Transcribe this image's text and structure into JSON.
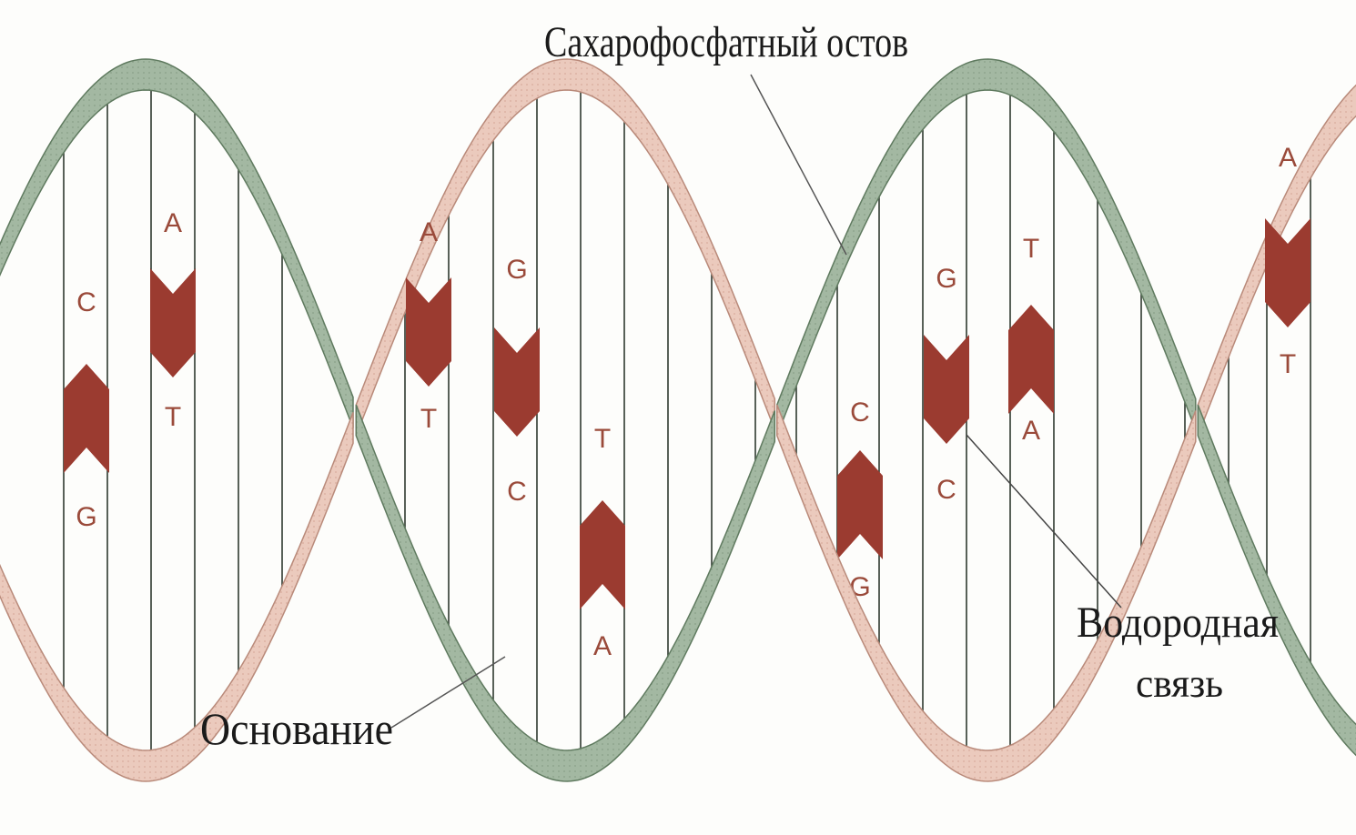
{
  "labels": {
    "backbone": "Сахарофосфатный остов",
    "base": "Основание",
    "hbond_line1": "Водородная",
    "hbond_line2": "связь"
  },
  "base_pairs": [
    {
      "top": "C",
      "bottom": "G"
    },
    {
      "top": "A",
      "bottom": "T"
    },
    {
      "top": "A",
      "bottom": "T"
    },
    {
      "top": "G",
      "bottom": "C"
    },
    {
      "top": "T",
      "bottom": "A"
    },
    {
      "top": "C",
      "bottom": "G"
    },
    {
      "top": "G",
      "bottom": "C"
    },
    {
      "top": "T",
      "bottom": "A"
    },
    {
      "top": "A",
      "bottom": "T"
    }
  ],
  "colors": {
    "strand_green": "#9fb59f",
    "strand_green_edge": "#5f7a5f",
    "strand_pink": "#e7c3b6",
    "strand_pink_edge": "#b98a7a",
    "base_block": "#9b3b30",
    "base_letter": "#9a4a3a",
    "rung": "#2f3a2f"
  }
}
